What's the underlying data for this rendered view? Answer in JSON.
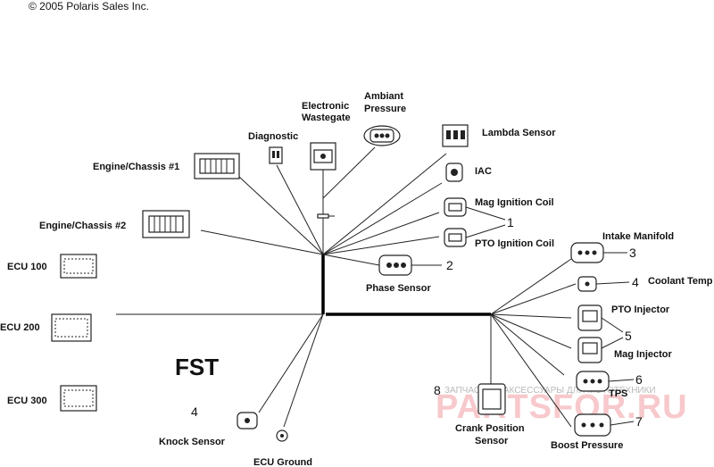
{
  "copyright": "© 2005 Polaris Sales Inc.",
  "title": "FST",
  "components": {
    "diagnostic": "Diagnostic",
    "electronic_wastegate": [
      "Electronic",
      "Wastegate"
    ],
    "ambiant_pressure": [
      "Ambiant",
      "Pressure"
    ],
    "lambda_sensor": "Lambda Sensor",
    "iac": "IAC",
    "mag_ignition_coil": "Mag Ignition Coil",
    "pto_ignition_coil": "PTO Ignition Coil",
    "engine_chassis_1": "Engine/Chassis #1",
    "engine_chassis_2": "Engine/Chassis #2",
    "phase_sensor": "Phase Sensor",
    "intake_manifold": "Intake Manifold",
    "coolant_temp": "Coolant Temp",
    "pto_injector": "PTO Injector",
    "mag_injector": "Mag Injector",
    "tps": "TPS",
    "crank_position_sensor": [
      "Crank Position",
      "Sensor"
    ],
    "boost_pressure": "Boost Pressure",
    "knock_sensor": "Knock Sensor",
    "ecu_ground": "ECU Ground",
    "ecu_100": "ECU 100",
    "ecu_200": "ECU 200",
    "ecu_300": "ECU 300"
  },
  "callouts": {
    "c1": "1",
    "c2": "2",
    "c3": "3",
    "c4a": "4",
    "c4b": "4",
    "c5": "5",
    "c6": "6",
    "c7": "7",
    "c8": "8"
  },
  "watermark": {
    "line1": "ЗАПЧАСТИ И АКСЕССУАРЫ ДЛЯ МОТОТЕХНИКИ",
    "line2": "PARTSFOR.RU"
  }
}
